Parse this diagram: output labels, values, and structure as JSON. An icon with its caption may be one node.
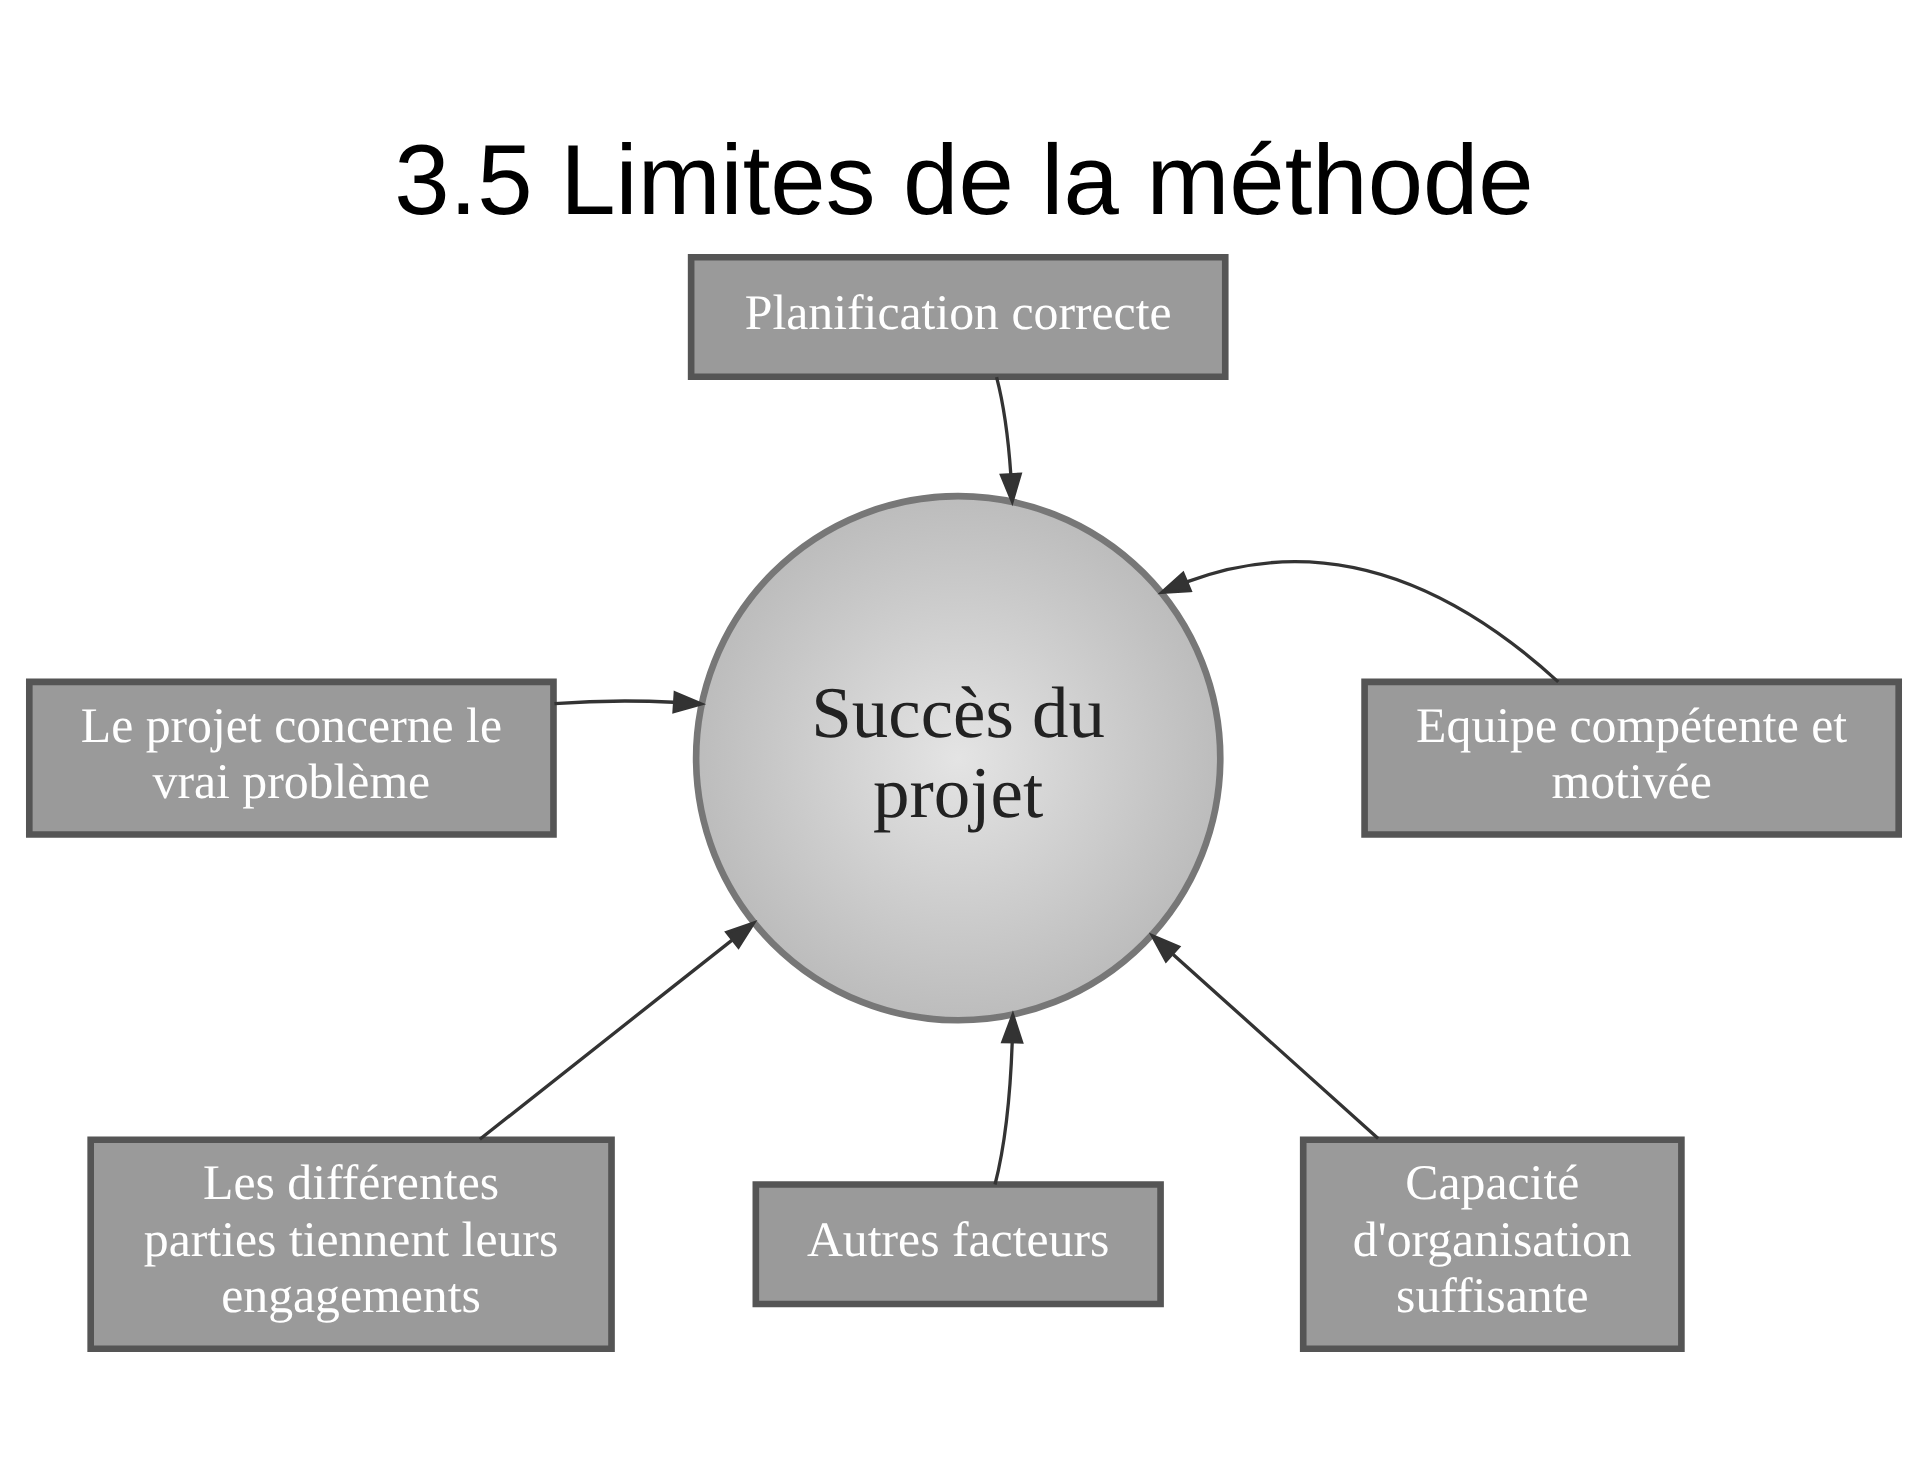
{
  "diagram": {
    "title": "3.5 Limites de la méthode",
    "nodes": [
      {
        "text": [
          "Planification correcte"
        ]
      },
      {
        "text": [
          "Le projet concerne le vrai problème"
        ]
      },
      {
        "text": [
          "Equipe compétente et motivée"
        ]
      },
      {
        "text": [
          "Succès du projet"
        ]
      },
      {
        "text": [
          "Les différentes parties tiennent leurs engagements"
        ]
      },
      {
        "text": [
          "Capacité d'organisation suffisante"
        ]
      },
      {
        "text": [
          "Autres facteurs"
        ]
      }
    ],
    "edges": [
      {
        "from": 0,
        "to": 3,
        "arrow": "to"
      },
      {
        "from": 1,
        "to": 3,
        "arrow": "to"
      },
      {
        "from": 2,
        "to": 3,
        "arrow": "to"
      },
      {
        "from": 4,
        "to": 3,
        "arrow": "to"
      },
      {
        "from": 5,
        "to": 3,
        "arrow": "to"
      },
      {
        "from": 6,
        "to": 3,
        "arrow": "to"
      }
    ]
  }
}
